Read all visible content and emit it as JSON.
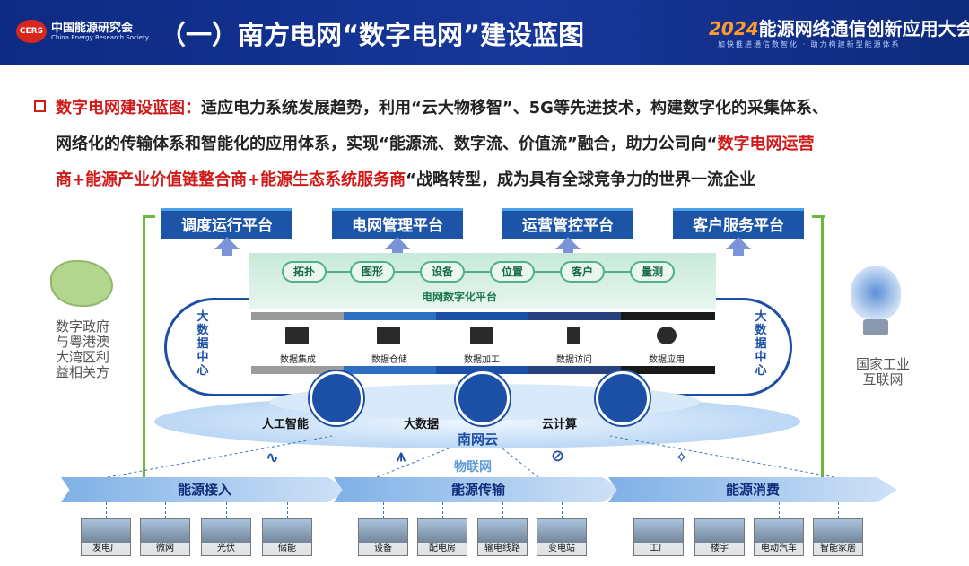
{
  "header": {
    "logo_badge": "CERS",
    "org_cn": "中国能源研究会",
    "org_en": "China Energy Research Society",
    "title": "（一）南方电网“数字电网”建设蓝图",
    "conference_year": "2024",
    "conference_name": "能源网络通信创新应用大会",
    "conference_slogan": "加快推进通信数智化 · 助力构建新型能源体系"
  },
  "intro": {
    "lead": "数字电网建设蓝图：",
    "line1_rest": "适应电力系统发展趋势，利用“云大物移智”、5G等先进技术，构建数字化的采集体系、",
    "line2_pre": "网络化的传输体系和智能化的应用体系，实现“能源流、数字流、价值流”融合，助力公司向“",
    "line2_red": "数字电网运营",
    "line3_red": "商+能源产业价值链整合商+能源生态系统服务商",
    "line3_post": "“战略转型，成为具有全球竞争力的世界一流企业"
  },
  "platforms": [
    "调度运行平台",
    "电网管理平台",
    "运营管控平台",
    "客户服务平台"
  ],
  "digital_platform": {
    "nodes": [
      "拓扑",
      "图形",
      "设备",
      "位置",
      "客户",
      "量测"
    ],
    "label": "电网数字化平台"
  },
  "big_data": {
    "left_label": [
      "大",
      "数",
      "据",
      "中",
      "心"
    ],
    "right_label": [
      "大",
      "数",
      "据",
      "中",
      "心"
    ],
    "processes": [
      "数据集成",
      "数据仓储",
      "数据加工",
      "数据访问",
      "数据应用"
    ],
    "strip_colors": [
      "#9b9b9b",
      "#2f6fc2",
      "#1c4fa6",
      "#27407e",
      "#1a1a1a"
    ]
  },
  "cloud": {
    "items": [
      "人工智能",
      "大数据",
      "云计算"
    ],
    "label": "南网云",
    "iot": "物联网"
  },
  "side": {
    "left": [
      "数字政府",
      "与粤港澳",
      "大湾区利",
      "益相关方"
    ],
    "right": [
      "国家工业",
      "互联网"
    ]
  },
  "ribbons": [
    "能源接入",
    "能源传输",
    "能源消费"
  ],
  "photos": {
    "access": [
      "发电厂",
      "微网",
      "光伏",
      "储能"
    ],
    "transmission": [
      "设备",
      "配电房",
      "输电线路",
      "变电站"
    ],
    "consumption": [
      "工厂",
      "楼宇",
      "电动汽车",
      "智能家居"
    ]
  },
  "colors": {
    "header_bg": "#17379a",
    "platform_blue": "#1c54a8",
    "accent_red": "#d01a1a",
    "bracket_green": "#6aba3b",
    "digital_green": "#4fb08a"
  }
}
